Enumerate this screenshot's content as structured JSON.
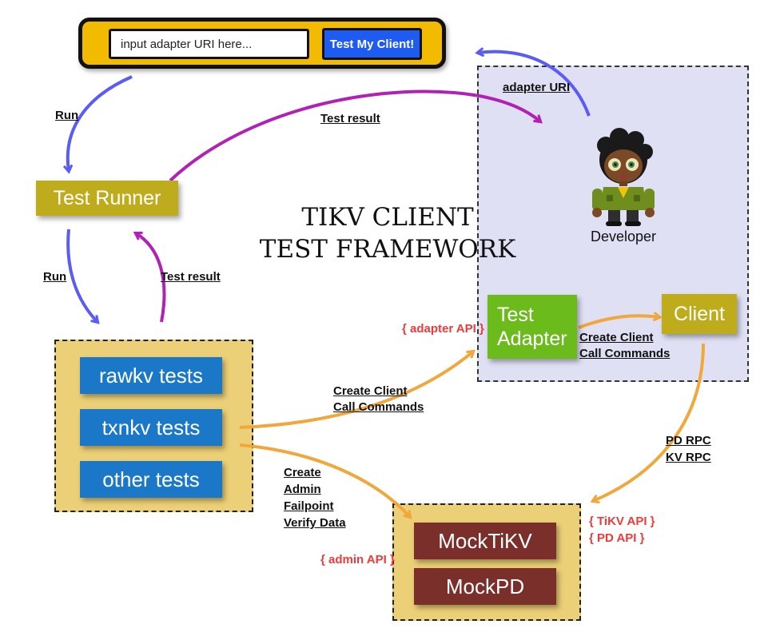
{
  "top_bar": {
    "input_placeholder": "input adapter URI here...",
    "button_label": "Test My Client!"
  },
  "title": {
    "line1": "TIKV CLIENT",
    "line2": "TEST FRAMEWORK"
  },
  "nodes": {
    "test_runner": "Test Runner",
    "rawkv_tests": "rawkv tests",
    "txnkv_tests": "txnkv tests",
    "other_tests": "other tests",
    "mock_tikv": "MockTiKV",
    "mock_pd": "MockPD",
    "test_adapter_line1": "Test",
    "test_adapter_line2": "Adapter",
    "client": "Client",
    "developer": "Developer"
  },
  "edge_labels": {
    "run_top": "Run",
    "test_result_top": "Test result",
    "adapter_uri": "adapter URI",
    "run_bottom": "Run",
    "test_result_bottom": "Test result",
    "create_client_mid_1": "Create Client",
    "create_client_mid_2": "Call Commands",
    "create_client_right_1": "Create Client",
    "create_client_right_2": "Call Commands",
    "mock_1": "Create",
    "mock_2": "Admin",
    "mock_3": "Failpoint",
    "mock_4": "Verify Data",
    "rpc_1": "PD RPC",
    "rpc_2": "KV RPC"
  },
  "api_labels": {
    "adapter_api": "{ adapter API }",
    "admin_api": "{ admin API }",
    "tikv_api": "{ TiKV API }",
    "pd_api": "{ PD API }"
  },
  "colors": {
    "blue_arrow": "#5b5bf5",
    "magenta_arrow": "#b221b5",
    "orange_arrow": "#f0a83c",
    "api_red": "#f03a3a"
  },
  "icons": {
    "developer": "developer-avatar-icon"
  }
}
